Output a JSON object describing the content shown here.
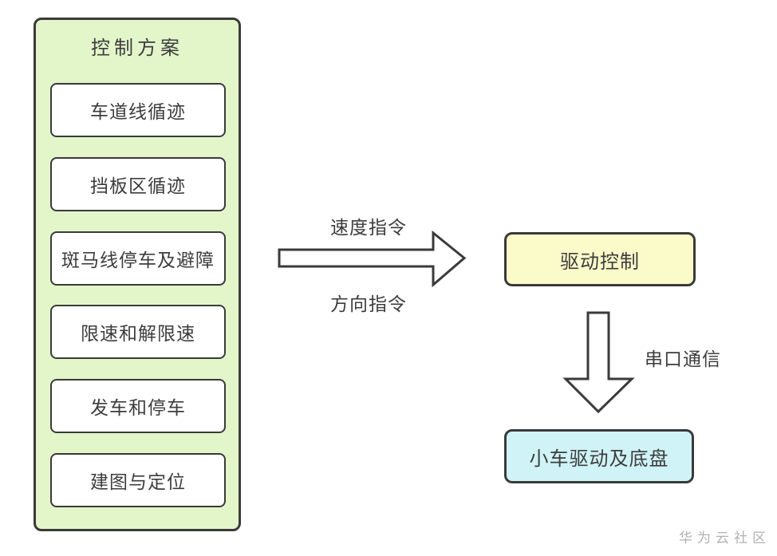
{
  "diagram": {
    "panel": {
      "title": "控制方案",
      "items": [
        {
          "label": "车道线循迹"
        },
        {
          "label": "挡板区循迹"
        },
        {
          "label": "斑马线停车及避障"
        },
        {
          "label": "限速和解限速"
        },
        {
          "label": "发车和停车"
        },
        {
          "label": "建图与定位"
        }
      ]
    },
    "right_arrow": {
      "top_label": "速度指令",
      "bottom_label": "方向指令"
    },
    "drive_box": {
      "label": "驱动控制"
    },
    "down_arrow": {
      "label": "串口通信"
    },
    "chassis_box": {
      "label": "小车驱动及底盘"
    },
    "watermark": "华为云社区",
    "colors": {
      "panel_fill": "#e3f6ca",
      "item_fill": "#ffffff",
      "drive_fill": "#fbfbca",
      "chassis_fill": "#cff3f6",
      "stroke": "#3a3a3a",
      "text": "#3d3d3d",
      "watermark_text": "#b1b1b1"
    }
  }
}
